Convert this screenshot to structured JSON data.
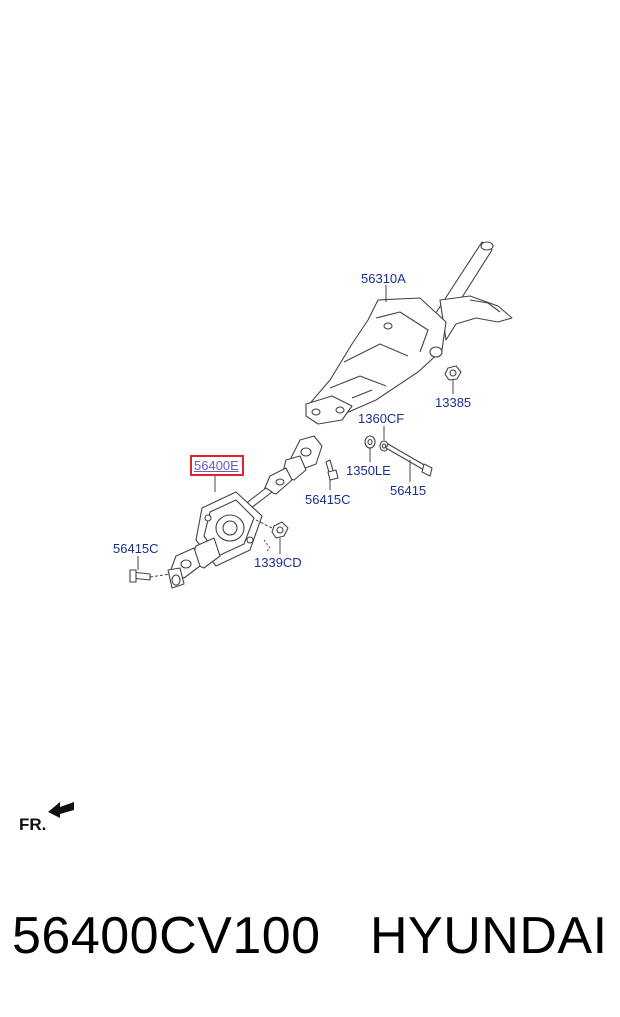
{
  "diagram": {
    "labels": {
      "column_assy": "56310A",
      "nut_top": "13385",
      "washer_1": "1360CF",
      "washer_2": "1350LE",
      "bolt_long": "56415",
      "bolt_mid": "56415C",
      "joint_assy": "56400E",
      "bolt_left": "56415C",
      "nut_bottom": "1339CD"
    },
    "highlighted_part": "56400E",
    "orientation": "FR."
  },
  "footer": {
    "part_number": "56400CV100",
    "brand": "HYUNDAI"
  },
  "colors": {
    "label": "#1a2f8f",
    "highlight_border": "#e0252f",
    "highlight_text": "#6a5bc4",
    "line_art": "#444444"
  }
}
